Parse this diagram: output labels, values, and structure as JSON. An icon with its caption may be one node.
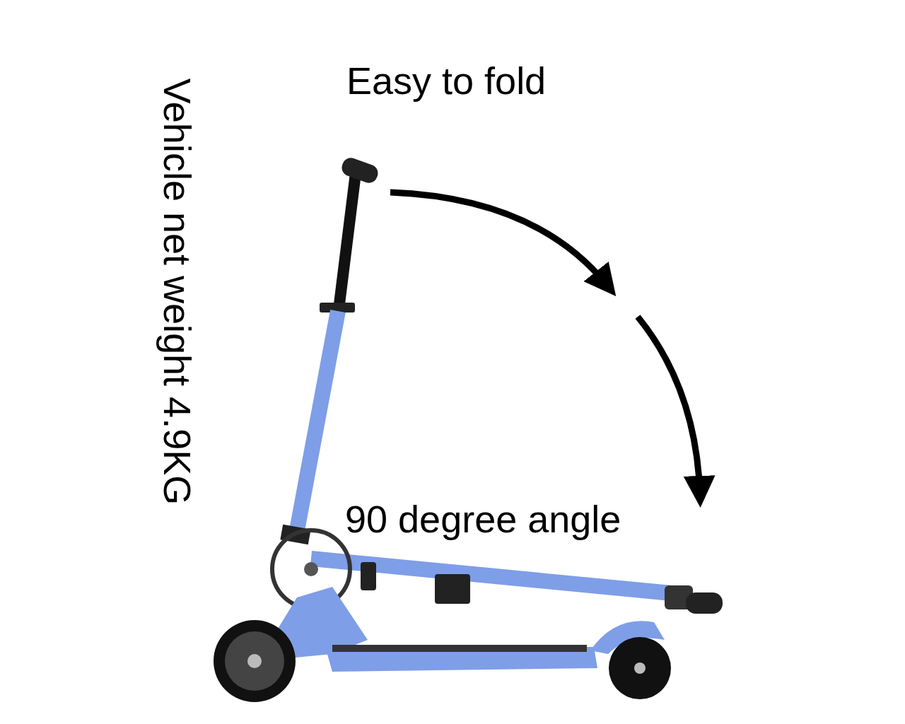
{
  "diagram": {
    "labels": [
      "Easy to fold",
      "Vehicle net weight 4.9KG",
      "90 degree angle"
    ]
  }
}
